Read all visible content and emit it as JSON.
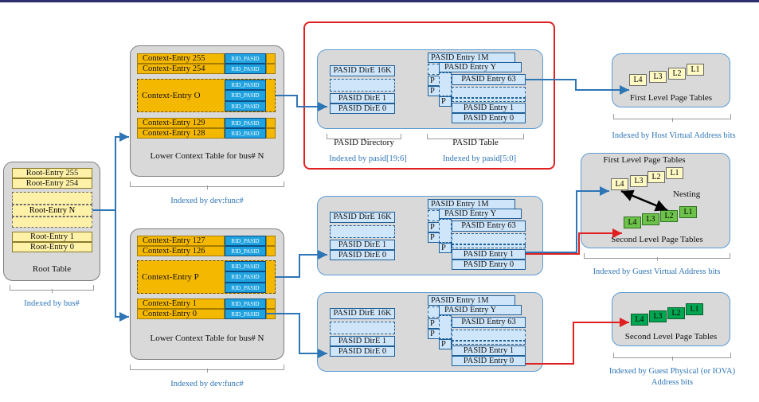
{
  "root_table": {
    "entries": [
      "Root-Entry 255",
      "Root-Entry 254",
      "Root-Entry N",
      "Root-Entry 1",
      "Root-Entry 0"
    ],
    "title": "Root Table",
    "index_caption": "Indexed by bus#"
  },
  "context_upper": {
    "entries": [
      "Context-Entry 255",
      "Context-Entry 254",
      "Context-Entry O",
      "Context-Entry 129",
      "Context-Entry 128"
    ],
    "title": "Lower Context Table for bus# N",
    "index_caption": "Indexed by dev:func#"
  },
  "context_lower": {
    "entries": [
      "Context-Entry 127",
      "Context-Entry 126",
      "Context-Entry P",
      "Context-Entry 1",
      "Context-Entry 0"
    ],
    "title": "Lower Context Table for bus# N",
    "index_caption": "Indexed by dev:func#"
  },
  "rid_label": "RID_PASID",
  "pasid_dir": {
    "entries": [
      "PASID DirE 16K",
      "PASID DirE 1",
      "PASID DirE 0"
    ],
    "label": "PASID Directory",
    "index_caption": "Indexed by pasid[19:6]"
  },
  "pasid_table": {
    "back_entries": [
      "PASID Entry 1M",
      "PASID Entry Y",
      "PASID Entry 63"
    ],
    "front_entries": [
      "PASID Entry 1",
      "PASID Entry 0"
    ],
    "side_letters": [
      "P",
      "P",
      "P"
    ],
    "label": "PASID Table",
    "index_caption": "Indexed by pasid[5:0]"
  },
  "page_levels": [
    "L4",
    "L3",
    "L2",
    "L1"
  ],
  "first_level": {
    "title": "First Level Page Tables",
    "index_caption": "Indexed by Host Virtual Address bits"
  },
  "nesting": {
    "top_title": "First Level Page Tables",
    "label": "Nesting",
    "bottom_title": "Second Level Page Tables",
    "index_caption": "Indexed by Guest Virtual Address bits"
  },
  "second_level": {
    "title": "Second Level Page Tables",
    "index_caption_line1": "Indexed by Guest Physical (or IOVA)",
    "index_caption_line2": "Address bits"
  },
  "colors": {
    "arrow_blue": "#2e75b6",
    "arrow_red": "#e02020",
    "highlight_red": "#e02020",
    "root_fill": "#fff2a8",
    "context_fill": "#f5b800",
    "rid_fill": "#1fa2e0",
    "pasid_fill": "#cfe6fa"
  }
}
